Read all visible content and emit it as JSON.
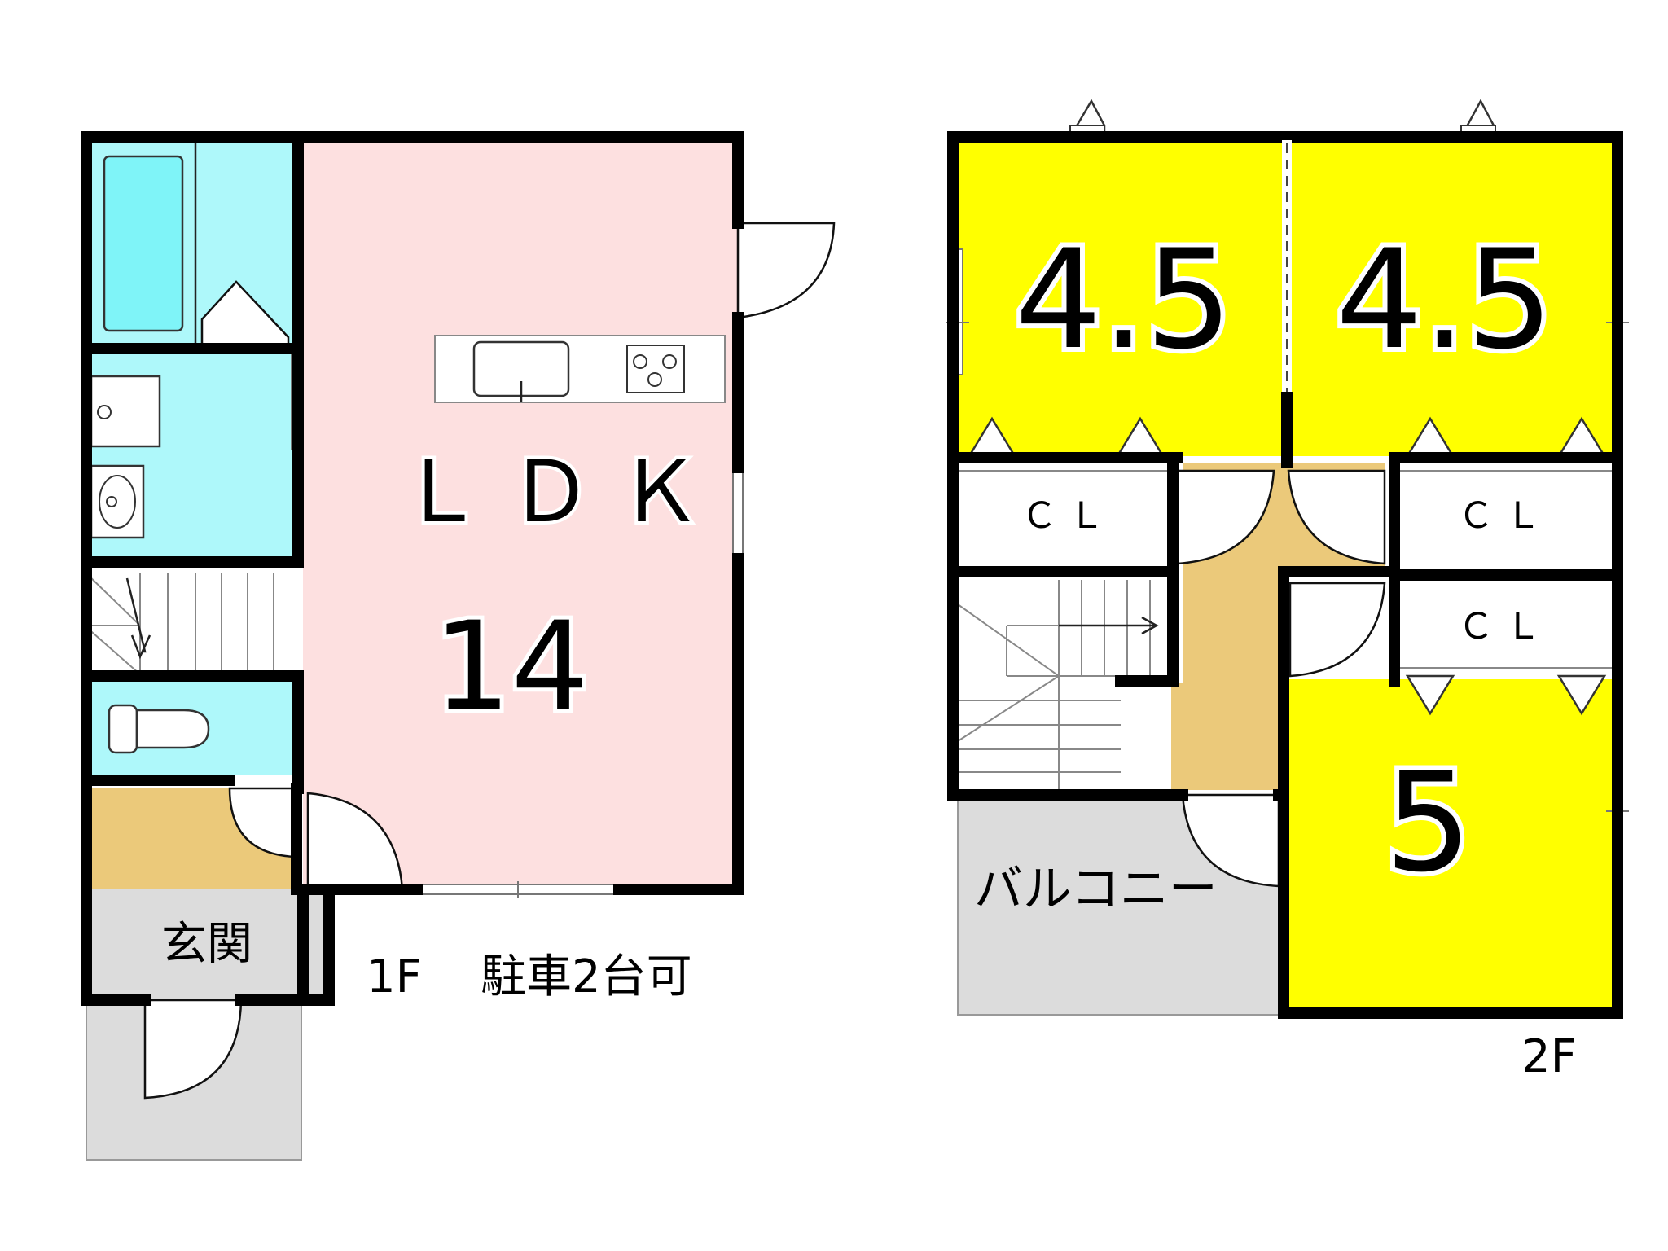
{
  "floor1": {
    "ldk_label": "ＬＤＫ",
    "ldk_size": "14",
    "entrance_label": "玄関",
    "floor_label": "1F",
    "parking_label": "駐車2台可"
  },
  "floor2": {
    "room_a_size": "4.5",
    "room_b_size": "4.5",
    "room_c_size": "5",
    "closet_a_label": "ＣＬ",
    "closet_b_label": "ＣＬ",
    "closet_c_label": "ＣＬ",
    "balcony_label": "バルコニー",
    "floor_label": "2F"
  },
  "colors": {
    "ldk": "#fde0e0",
    "wet_area": "#aef8fa",
    "bath_tub": "#7ff4f8",
    "bedroom": "#ffff00",
    "hall": "#ebc97a",
    "exterior": "#dcdcdc",
    "closet": "#ffffff"
  }
}
